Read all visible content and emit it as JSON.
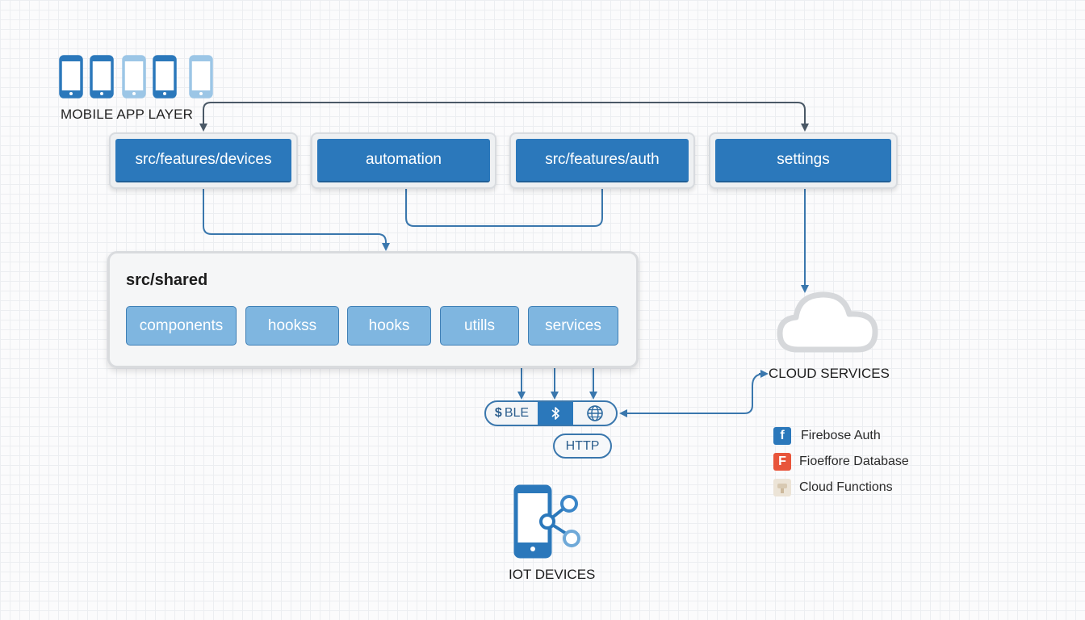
{
  "diagram": {
    "mobile_layer": {
      "label": "MOBILE APP LAYER",
      "phone_icons": [
        "dark",
        "dark",
        "light",
        "dark",
        "light"
      ]
    },
    "features": [
      {
        "id": "devices",
        "label": "src/features/devices"
      },
      {
        "id": "automation",
        "label": "automation"
      },
      {
        "id": "auth",
        "label": "src/features/auth"
      },
      {
        "id": "settings",
        "label": "settings"
      }
    ],
    "shared": {
      "title": "src/shared",
      "modules": [
        "components",
        "hookss",
        "hooks",
        "utills",
        "services"
      ]
    },
    "protocols": {
      "ble_label": "BLE",
      "ble_prefix_icon": "dollar-bluetooth-icon",
      "middle_icon": "bluetooth-icon",
      "right_icon": "globe-icon",
      "http_label": "HTTP"
    },
    "cloud": {
      "label": "CLOUD SERVICES",
      "services": [
        {
          "icon": "firebase-auth-icon",
          "glyph": "f",
          "label": "Firebose Auth",
          "color": "#2b78bb"
        },
        {
          "icon": "firestore-icon",
          "glyph": "F",
          "label": "Fioeffore Database",
          "color": "#e8553b"
        },
        {
          "icon": "cloud-functions-icon",
          "glyph": "",
          "label": "Cloud Functions",
          "color": "#e9e2d6"
        }
      ]
    },
    "iot": {
      "label": "IOT DEVICES"
    },
    "colors": {
      "primary": "#2b78bb",
      "chip": "#7fb6e0",
      "wire": "#3a77ad",
      "wire_dark": "#4a5866"
    }
  }
}
